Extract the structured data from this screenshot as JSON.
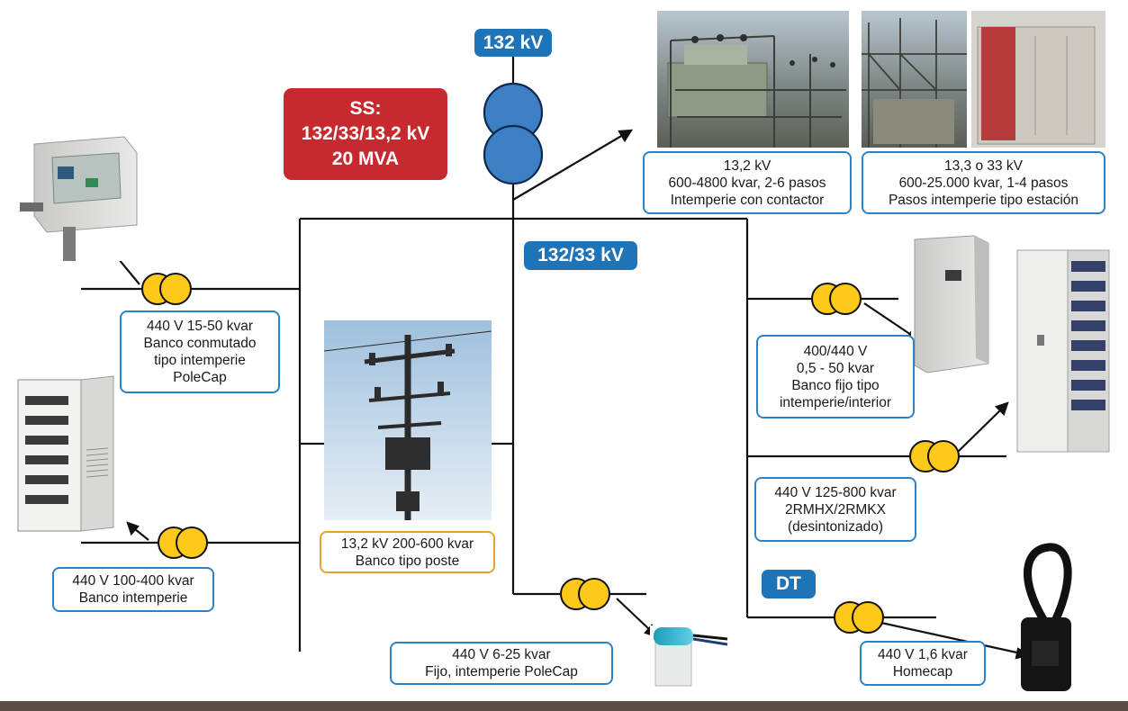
{
  "tags": {
    "hv": "132 kV",
    "mv": "132/33 kV",
    "dt": "DT",
    "substation": [
      "SS:",
      "132/33/13,2 kV",
      "20 MVA"
    ]
  },
  "labels": {
    "outdoor_contactor": [
      "13,2 kV",
      "600-4800 kvar, 2-6 pasos",
      "Intemperie con contactor"
    ],
    "outdoor_station": [
      "13,3 o 33 kV",
      "600-25.000 kvar, 1-4 pasos",
      "Pasos intemperie tipo estación"
    ],
    "polecap_switched": [
      "440 V 15-50 kvar",
      "Banco conmutado",
      "tipo intemperie",
      "PoleCap"
    ],
    "fixed_bank": [
      "400/440 V",
      "0,5 - 50 kvar",
      "Banco fijo tipo",
      "intemperie/interior"
    ],
    "pole_bank": [
      "13,2 kV 200-600 kvar",
      "Banco tipo poste"
    ],
    "detuned": [
      "440 V 125-800 kvar",
      "2RMHX/2RMKX",
      "(desintonizado)"
    ],
    "outdoor_bank": [
      "440 V 100-400 kvar",
      "Banco intemperie"
    ],
    "polecap_fixed": [
      "440 V 6-25 kvar",
      "Fijo, intemperie PoleCap"
    ],
    "homecap": [
      "440 V 1,6 kvar",
      "Homecap"
    ]
  },
  "colors": {
    "tag_blue": "#1f73b7",
    "tag_red": "#c62a2e",
    "label_border": "#2a82c4",
    "label_border_pole": "#e7a12c",
    "capacitor_fill": "#ffc91a",
    "transformer_fill": "#3d7fc4",
    "footer": "#5a4d48"
  }
}
